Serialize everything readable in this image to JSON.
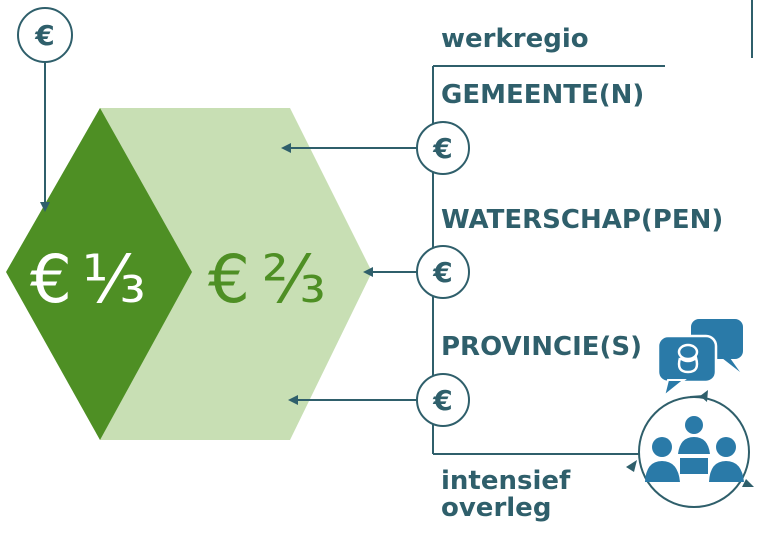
{
  "colors": {
    "dark_green": "#4e8f24",
    "light_green": "#c8dfb4",
    "teal": "#2f5f6b",
    "blue": "#2a7aa8",
    "white": "#ffffff"
  },
  "diagram": {
    "top_coin": "€",
    "left_share": {
      "euro": "€",
      "fraction": "⅓"
    },
    "right_share": {
      "euro": "€",
      "fraction": "⅔"
    },
    "region_label": "werkregio",
    "parties": [
      {
        "label": "GEMEENTE(N)",
        "coin": "€"
      },
      {
        "label": "WATERSCHAP(PEN)",
        "coin": "€"
      },
      {
        "label": "PROVINCIE(S)",
        "coin": "€"
      }
    ],
    "consultation_label": "intensief overleg",
    "icons": [
      "chat-bubbles-icon",
      "meeting-people-icon"
    ]
  }
}
